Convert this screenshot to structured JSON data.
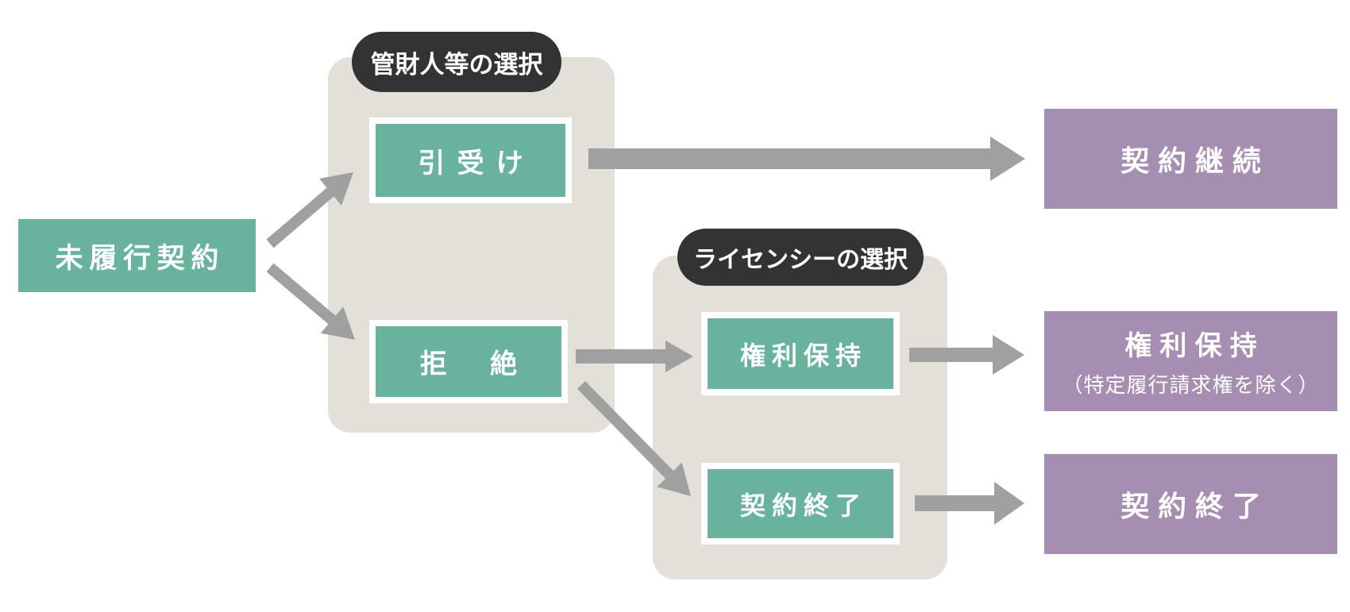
{
  "diagram": {
    "start": {
      "label": "未履行契約"
    },
    "trustee_panel": {
      "title": "管財人等の選択",
      "options": [
        {
          "id": "assume",
          "label": "引受け"
        },
        {
          "id": "reject",
          "label": "拒　絶"
        }
      ]
    },
    "licensee_panel": {
      "title": "ライセンシーの選択",
      "options": [
        {
          "id": "retain",
          "label": "権利保持"
        },
        {
          "id": "terminate",
          "label": "契約終了"
        }
      ]
    },
    "outcomes": [
      {
        "id": "continue",
        "label": "契約継続",
        "note": ""
      },
      {
        "id": "retain",
        "label": "権利保持",
        "note": "（特定履行請求権を除く）"
      },
      {
        "id": "terminate",
        "label": "契約終了",
        "note": ""
      }
    ],
    "colors": {
      "node_green": "#69b39e",
      "outcome_purple": "#a68db2",
      "panel_gray": "#e3e0da",
      "label_black": "#333333",
      "arrow_gray": "#a0a0a0",
      "text_white": "#ffffff"
    }
  }
}
